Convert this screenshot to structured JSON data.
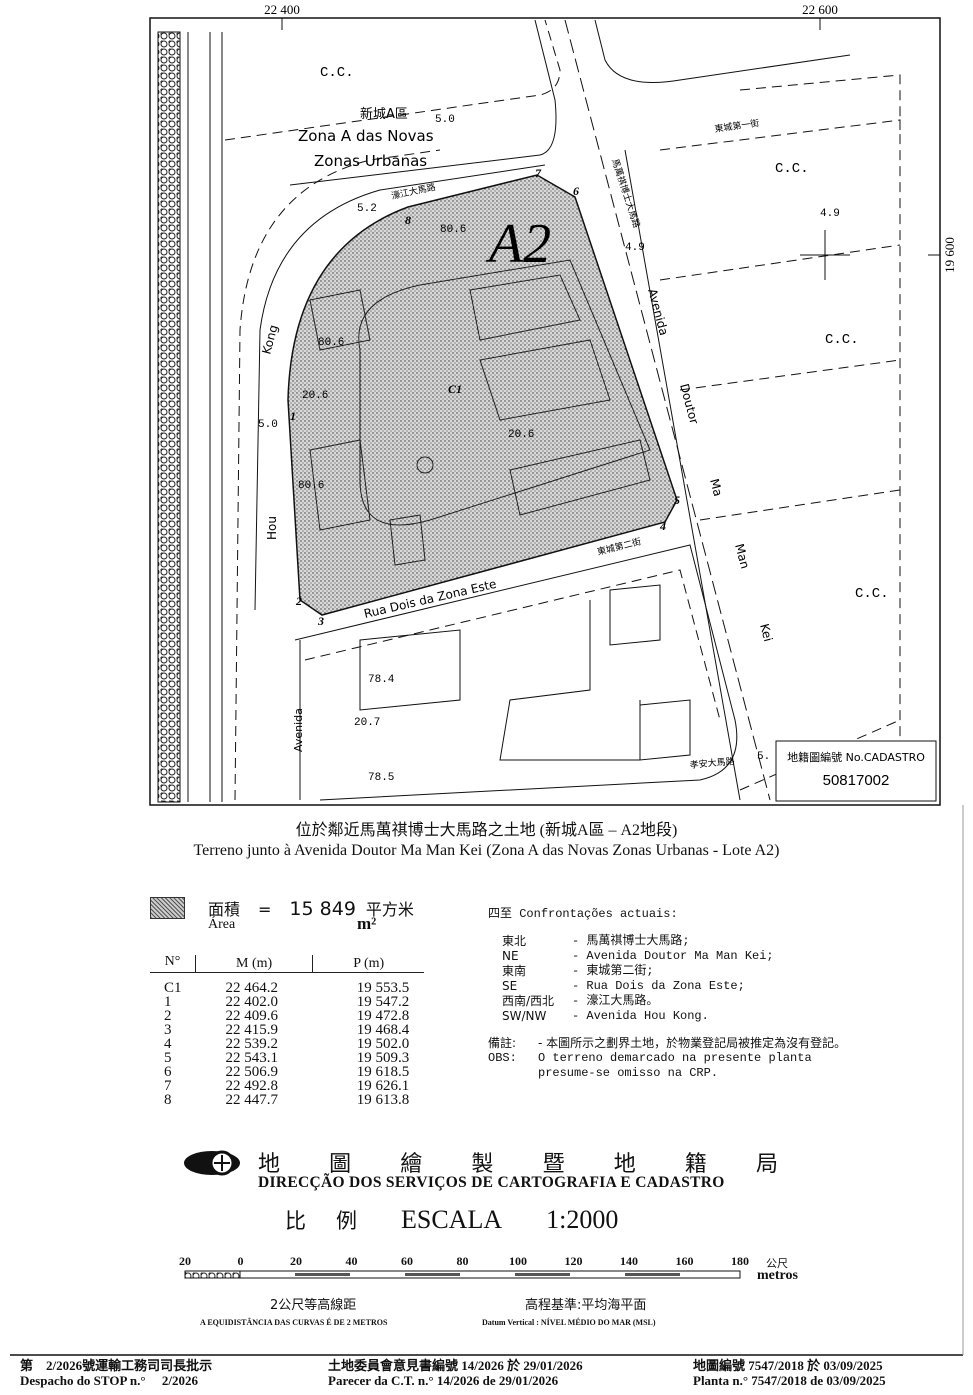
{
  "map": {
    "grid_labels": {
      "m_left": "22 400",
      "m_right": "22 600",
      "p_right": "19 600"
    },
    "zone_cn": "新城A區",
    "zone_pt_1": "Zona A das Novas",
    "zone_pt_2": "Zonas Urbanas",
    "lot_label": "A2",
    "cc_labels": [
      "C.C.",
      "C.C.",
      "C.C.",
      "C.C."
    ],
    "elevations": [
      "5.0",
      "5.2",
      "4.9",
      "4.9",
      "5.0",
      "80.6",
      "80.6",
      "20.6",
      "20.6",
      "80.6",
      "78.4",
      "20.7",
      "78.5",
      "5."
    ],
    "point_labels": [
      "1",
      "2",
      "3",
      "4",
      "5",
      "6",
      "7",
      "8",
      "C1"
    ],
    "streets": {
      "hou_kong_cn": "濠江大馬路",
      "ma_man_kei_cn": "馬萬祺博士大馬路",
      "dongcheng_1_cn": "東城第一街",
      "dongcheng_2_cn": "東城第二街",
      "xiaan_cn": "孝安大馬路",
      "hou_kong_pt_1": "Hou",
      "hou_kong_pt_2": "Kong",
      "avenida_doutor": [
        "Avenida",
        "Doutor",
        "Ma",
        "Man",
        "Kei"
      ],
      "rua_dois": "Rua Dois da Zona Este",
      "avenida_sw": "Avenida"
    },
    "cadastro_box": {
      "label": "地籍圖編號 No.CADASTRO",
      "number": "50817002"
    }
  },
  "title": {
    "cn": "位於鄰近馬萬祺博士大馬路之土地 (新城A區 – A2地段)",
    "pt": "Terreno junto à Avenida Doutor Ma Man Kei (Zona A das Novas Zonas Urbanas - Lote A2)"
  },
  "area": {
    "label_cn": "面積",
    "label_pt": "Área",
    "equals": "=",
    "value": "15 849",
    "unit_cn": "平方米",
    "unit": "m²"
  },
  "coords": {
    "headers": [
      "N°",
      "M (m)",
      "P (m)"
    ],
    "rows": [
      [
        "C1",
        "22 464.2",
        "19 553.5"
      ],
      [
        "1",
        "22 402.0",
        "19 547.2"
      ],
      [
        "2",
        "22 409.6",
        "19 472.8"
      ],
      [
        "3",
        "22 415.9",
        "19 468.4"
      ],
      [
        "4",
        "22 539.2",
        "19 502.0"
      ],
      [
        "5",
        "22 543.1",
        "19 509.3"
      ],
      [
        "6",
        "22 506.9",
        "19 618.5"
      ],
      [
        "7",
        "22 492.8",
        "19 626.1"
      ],
      [
        "8",
        "22 447.7",
        "19 613.8"
      ]
    ]
  },
  "confrontations": {
    "title_cn": "四至",
    "title_pt": "Confrontações actuais:",
    "rows": [
      [
        "東北",
        "- 馬萬祺博士大馬路;"
      ],
      [
        "NE",
        "- Avenida Doutor Ma Man Kei;"
      ],
      [
        "東南",
        "- 東城第二街;"
      ],
      [
        "SE",
        "- Rua Dois da Zona Este;"
      ],
      [
        "西南/西北",
        "- 濠江大馬路。"
      ],
      [
        "SW/NW",
        "- Avenida Hou Kong."
      ]
    ],
    "obs_cn_label": "備註:",
    "obs_cn": "- 本圖所示之劃界土地，於物業登記局被推定為沒有登記。",
    "obs_pt_label": "OBS:",
    "obs_pt_1": "O terreno demarcado na presente planta",
    "obs_pt_2": "presume-se omisso na CRP."
  },
  "agency": {
    "name_cn": [
      "地",
      "圖",
      "繪",
      "製",
      "暨",
      "地",
      "籍",
      "局"
    ],
    "name_pt": "DIRECÇÃO DOS SERVIÇOS DE CARTOGRAFIA E CADASTRO"
  },
  "scale": {
    "label_cn_1": "比",
    "label_cn_2": "例",
    "label_pt": "ESCALA",
    "ratio": "1:2000",
    "ticks": [
      "20",
      "0",
      "20",
      "40",
      "60",
      "80",
      "100",
      "120",
      "140",
      "160",
      "180"
    ],
    "unit_cn": "公尺",
    "unit_pt": "metros",
    "contour_cn": "2公尺等高線距",
    "contour_pt": "A EQUIDISTÂNCIA DAS CURVAS É DE 2 METROS",
    "datum_cn": "高程基準:平均海平面",
    "datum_pt": "Datum Vertical : NÍVEL MÉDIO DO MAR (MSL)"
  },
  "footer": {
    "despacho_cn": "第　2/2026號運輸工務司司長批示",
    "despacho_pt": "Despacho do STOP n.°　 2/2026",
    "parecer_cn": "土地委員會意見書編號 14/2026 於 29/01/2026",
    "parecer_pt": "Parecer da C.T. n.° 14/2026 de 29/01/2026",
    "planta_cn": "地圖編號 7547/2018 於 03/09/2025",
    "planta_pt": "Planta n.° 7547/2018 de 03/09/2025"
  }
}
